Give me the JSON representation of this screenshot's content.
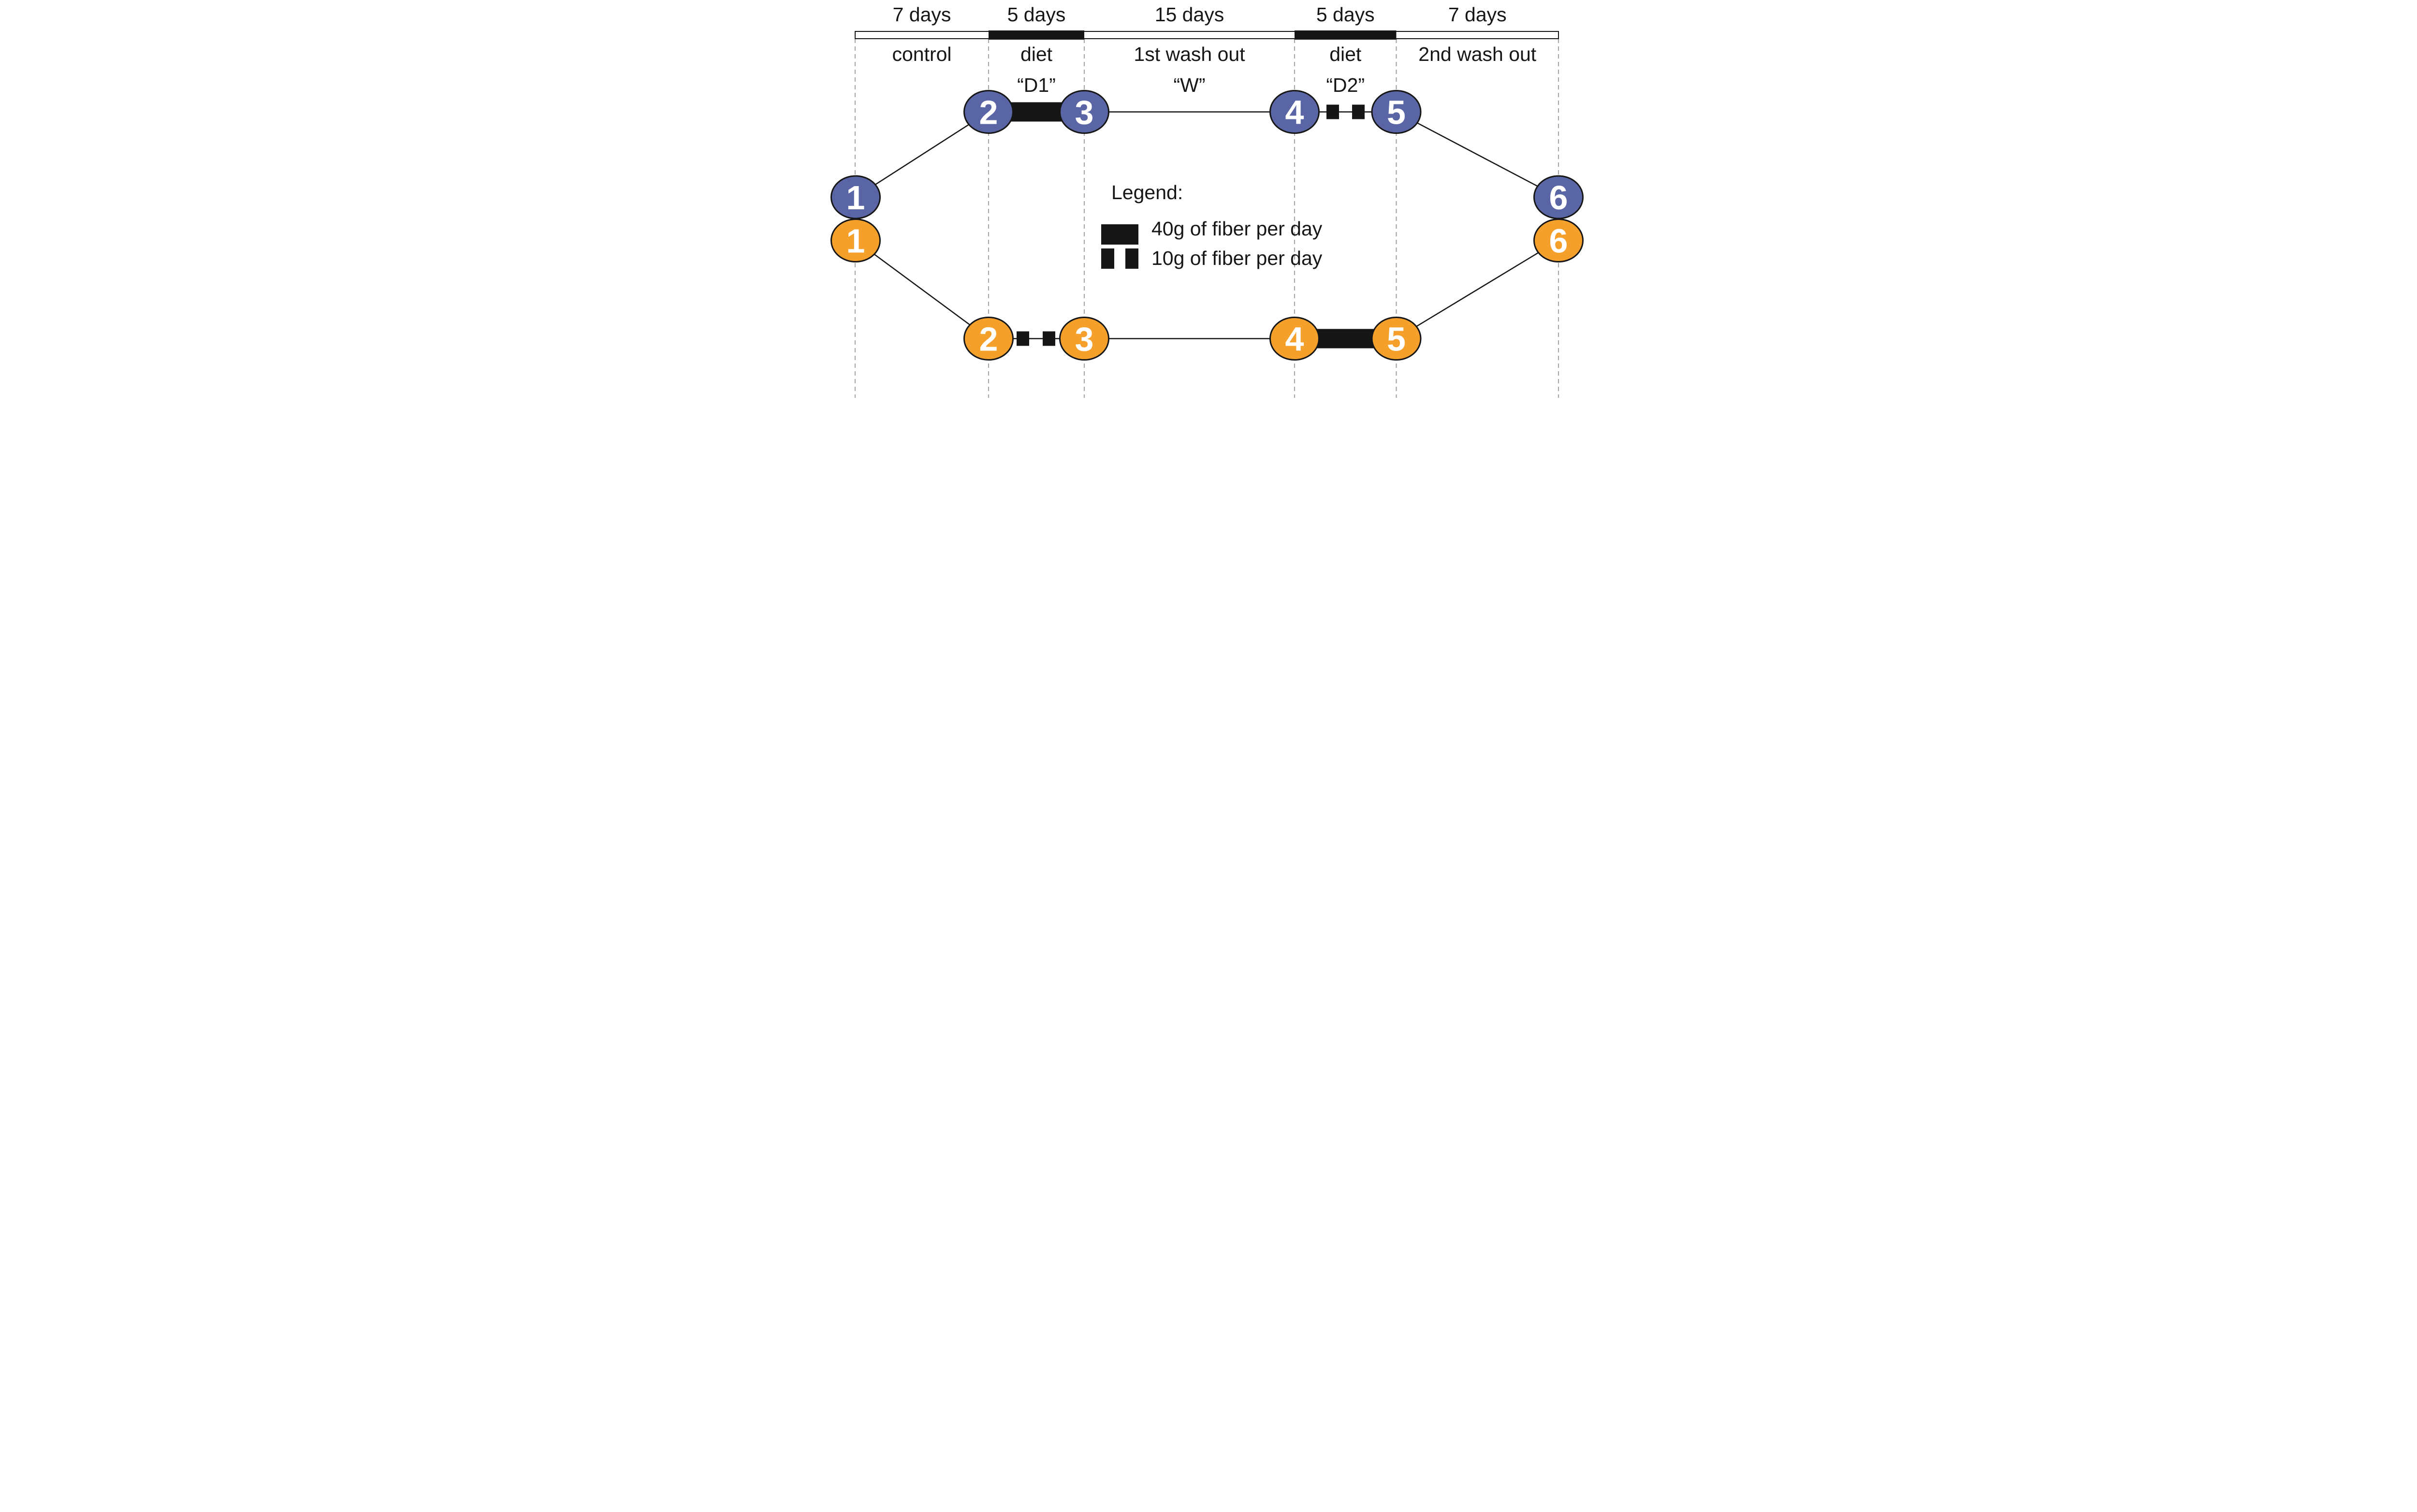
{
  "figure": {
    "kind": "crossover-study-design-timeline",
    "description_visible_text_only": true
  },
  "colors": {
    "blue_arm": "#5a65a6",
    "orange_arm": "#f5a02b",
    "ink": "#161616",
    "dash_gray": "#a6a6a6",
    "node_text": "#ffffff",
    "background": "#ffffff"
  },
  "timeline": {
    "periods": [
      {
        "duration": "7 days",
        "phase": "control",
        "code": ""
      },
      {
        "duration": "5 days",
        "phase": "diet",
        "code": "“D1”"
      },
      {
        "duration": "15 days",
        "phase": "1st wash out",
        "code": "“W”"
      },
      {
        "duration": "5 days",
        "phase": "diet",
        "code": "“D2”"
      },
      {
        "duration": "7 days",
        "phase": "2nd wash out",
        "code": ""
      }
    ]
  },
  "legend": {
    "title": "Legend:",
    "items": [
      {
        "symbol": "solid-thick-bar",
        "label": "40g of fiber per day"
      },
      {
        "symbol": "two-black-squares",
        "label": "10g of fiber per day"
      }
    ]
  },
  "arms": {
    "blue": {
      "color": "#5a65a6",
      "nodes": [
        "1",
        "2",
        "3",
        "4",
        "5",
        "6"
      ],
      "diet_d1": "40g of fiber per day",
      "diet_d2": "10g of fiber per day"
    },
    "orange": {
      "color": "#f5a02b",
      "nodes": [
        "1",
        "2",
        "3",
        "4",
        "5",
        "6"
      ],
      "diet_d1": "10g of fiber per day",
      "diet_d2": "40g of fiber per day"
    }
  }
}
